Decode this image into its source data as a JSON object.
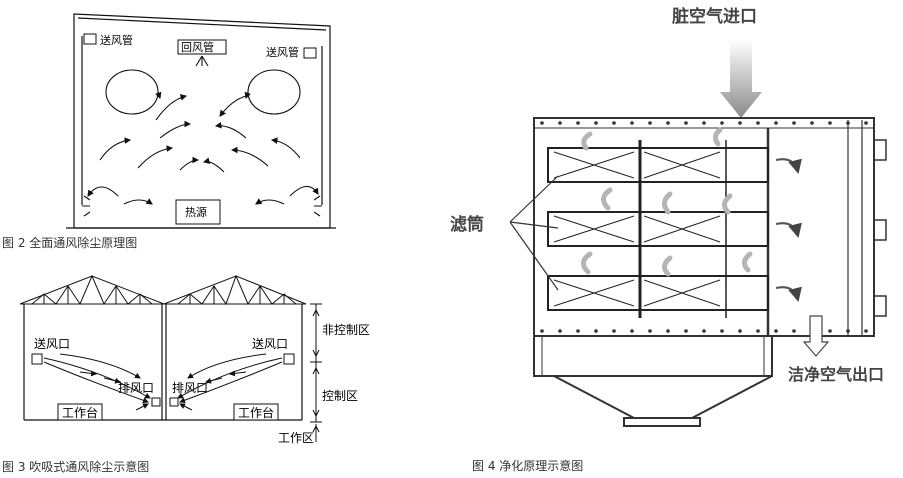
{
  "fig2": {
    "caption": "图 2 全面通风除尘原理图",
    "supply_duct_left": "送风管",
    "return_duct": "回风管",
    "supply_duct_right": "送风管",
    "heat_source": "热源"
  },
  "fig3": {
    "caption": "图 3  吹吸式通风除尘示意图",
    "supply_outlet_left": "送风口",
    "supply_outlet_right": "送风口",
    "exhaust_left": "排风口",
    "exhaust_right": "排风口",
    "workbench_left": "工作台",
    "workbench_right": "工作台",
    "zone_uncontrolled": "非控制区",
    "zone_controlled": "控制区",
    "zone_work": "工作区"
  },
  "fig4": {
    "caption": "图 4 净化原理示意图",
    "dirty_air_inlet": "脏空气进口",
    "filter_cartridge": "滤筒",
    "clean_air_outlet": "洁净空气出口"
  }
}
